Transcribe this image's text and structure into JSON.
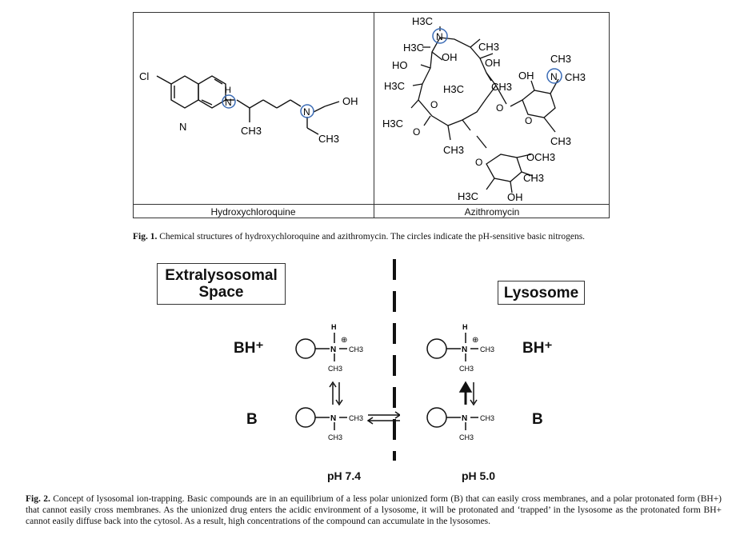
{
  "figure1": {
    "panels": [
      {
        "label": "Hydroxychloroquine"
      },
      {
        "label": "Azithromycin"
      }
    ],
    "hcq_atoms": {
      "cl": "Cl",
      "n_ring": "N",
      "h": "H",
      "n1": "N",
      "ch3_a": "CH3",
      "n2": "N",
      "ch3_b": "CH3",
      "oh": "OH"
    },
    "azi_atoms": {
      "h3c_top": "H3C",
      "n_top": "N",
      "h3c_2": "H3C",
      "oh_1": "OH",
      "ch3_1": "CH3",
      "ho": "HO",
      "oh_2": "OH",
      "h3c_3": "H3C",
      "h3c_4": "H3C",
      "ch3_2": "CH3",
      "h3c_5": "H3C",
      "o_1": "O",
      "o_2": "O",
      "o_3": "O",
      "ch3_3": "CH3",
      "oh_3": "OH",
      "n_right": "N",
      "ch3_right": "CH3",
      "ch3_4": "CH3",
      "o_4": "O",
      "ch3_5": "CH3",
      "och3": "OCH3",
      "ch3_6": "CH3",
      "o_5": "O",
      "h3c_6": "H3C",
      "oh_4": "OH"
    },
    "caption_label": "Fig. 1.",
    "caption_text": "Chemical structures of hydroxychloroquine and azithromycin. The circles indicate the pH-sensitive basic nitrogens."
  },
  "figure2": {
    "left_box": {
      "line1": "Extralysosomal",
      "line2": "Space"
    },
    "right_box": {
      "label": "Lysosome"
    },
    "bh_left": "BH⁺",
    "bh_right": "BH⁺",
    "b_left": "B",
    "b_right": "B",
    "ph_left": "pH 7.4",
    "ph_right": "pH 5.0",
    "mol": {
      "h": "H",
      "n": "N",
      "ch3": "CH3",
      "plus": "⊕"
    },
    "caption_label": "Fig. 2.",
    "caption_text": "Concept of lysosomal ion-trapping. Basic compounds are in an equilibrium of a less polar unionized form (B) that can easily cross membranes, and a polar protonated form (BH+) that cannot easily cross membranes. As the unionized drug enters the acidic environment of a lysosome, it will be protonated and ‘trapped’ in the lysosome as the protonated form BH+ cannot easily diffuse back into the cytosol. As a result, high concentrations of the compound can accumulate in the lysosomes."
  }
}
